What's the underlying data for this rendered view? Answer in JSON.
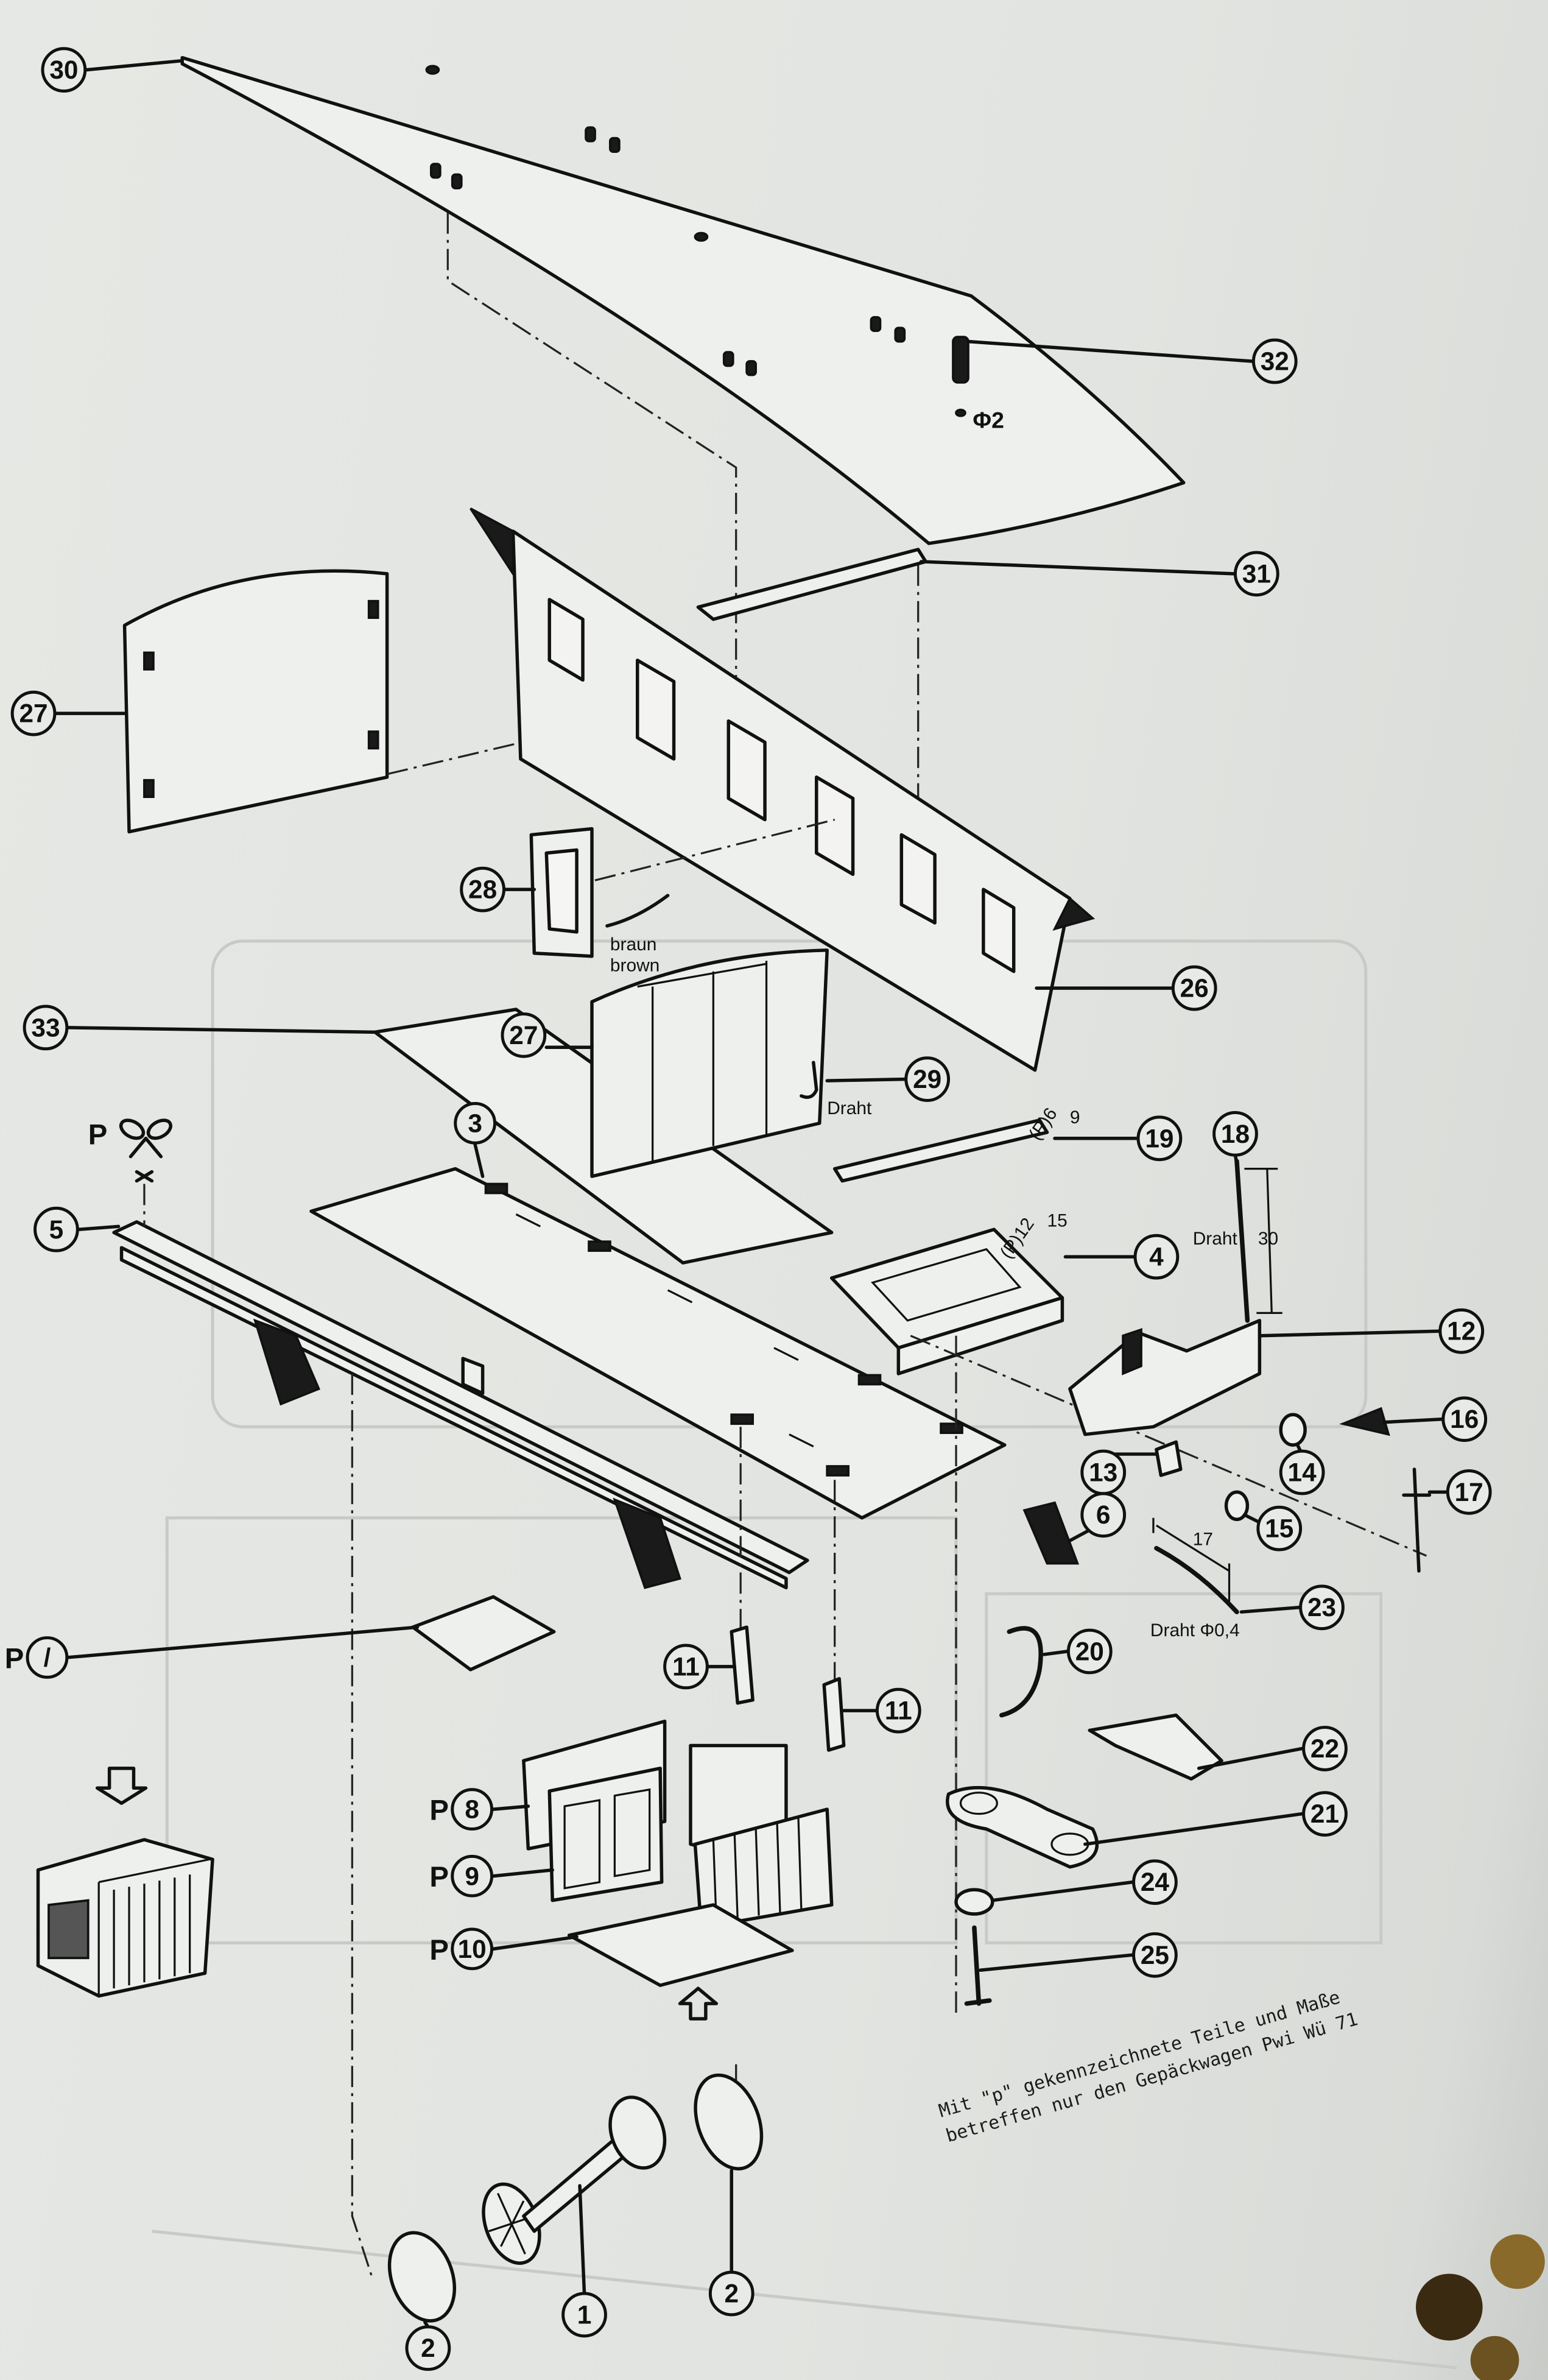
{
  "callouts": {
    "c30": "30",
    "c32": "32",
    "c31": "31",
    "c27a": "27",
    "c28": "28",
    "c26": "26",
    "c33": "33",
    "c27b": "27",
    "c29": "29",
    "c19": "19",
    "c18": "18",
    "c3": "3",
    "c5": "5",
    "c4": "4",
    "c12": "12",
    "c16": "16",
    "c13": "13",
    "c14": "14",
    "c17": "17",
    "c15": "15",
    "c6": "6",
    "c23": "23",
    "c20": "20",
    "c11a": "11",
    "c11b": "11",
    "c22": "22",
    "c21": "21",
    "c8": "8",
    "c9": "9",
    "c10": "10",
    "c24": "24",
    "c25": "25",
    "c1": "1",
    "c2a": "2",
    "c2b": "2",
    "cP1": "/"
  },
  "p_prefix": "P",
  "annotations": {
    "diameter_2": "Φ2",
    "color_de": "braun",
    "color_en": "brown",
    "wire_29": "Draht",
    "wire_18": "Draht",
    "wire_23": "Draht Φ0,4",
    "dim_19_a": "9",
    "dim_19_b": "(P)6",
    "dim_4_a": "15",
    "dim_4_b": "(P)12",
    "dim_18": "30",
    "dim_23": "17"
  },
  "note": {
    "line1": "Mit \"p\" gekennzeichnete Teile und Maße",
    "line2": "betreffen  nur den Gepäckwagen Pwi Wü 71"
  },
  "colors": {
    "paper": "#e4e6e3",
    "ink": "#111111"
  }
}
